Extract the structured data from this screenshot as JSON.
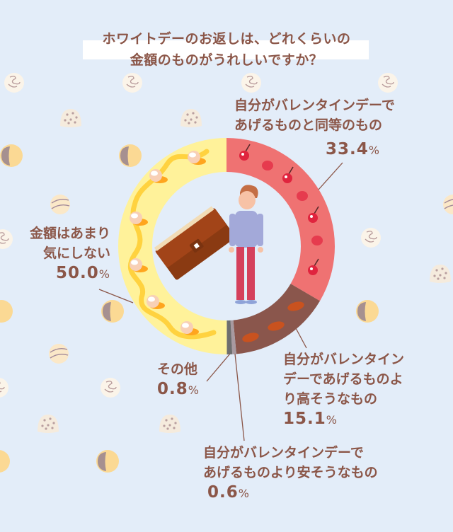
{
  "title": {
    "line1": "ホワイトデーのお返しは、どれくらいの",
    "line2": "金額のものがうれしいですか？"
  },
  "colors": {
    "background": "#e3edf9",
    "text": "#8b5648",
    "leader": "#8b5648",
    "same": "#ef7272",
    "higher": "#8a564c",
    "cheaper": "#a89aa0",
    "other": "#6e6e6e",
    "dont_care": "#fff29a"
  },
  "labels": {
    "same": {
      "line1": "自分がバレンタインデーで",
      "line2": "あげるものと同等のもの",
      "value": "33.4",
      "unit": "%"
    },
    "higher": {
      "line1": "自分がバレンタイン",
      "line2": "デーであげるものよ",
      "line3": "り高そうなもの",
      "value": "15.1",
      "unit": "%"
    },
    "cheaper": {
      "line1": "自分がバレンタインデーで",
      "line2": "あげるものより安そうなもの",
      "value": "0.6",
      "unit": "%"
    },
    "other": {
      "line1": "その他",
      "value": "0.8",
      "unit": "%"
    },
    "dont_care": {
      "line1": "金額はあまり",
      "line2": "気にしない",
      "value": "50.0",
      "unit": "%"
    }
  },
  "chart_data": {
    "type": "pie",
    "title": "ホワイトデーのお返しは、どれくらいの金額のものがうれしいですか？",
    "donut": true,
    "start_angle_deg": 0,
    "direction": "clockwise",
    "categories": [
      "自分がバレンタインデーであげるものと同等のもの",
      "自分がバレンタインデーであげるものより高そうなもの",
      "自分がバレンタインデーであげるものより安そうなもの",
      "その他",
      "金額はあまり気にしない"
    ],
    "values": [
      33.4,
      15.1,
      0.6,
      0.8,
      50.0
    ],
    "unit": "%",
    "colors": [
      "#ef7272",
      "#8a564c",
      "#a89aa0",
      "#6e6e6e",
      "#fff29a"
    ],
    "legend": "none (direct labels with leader lines)"
  }
}
